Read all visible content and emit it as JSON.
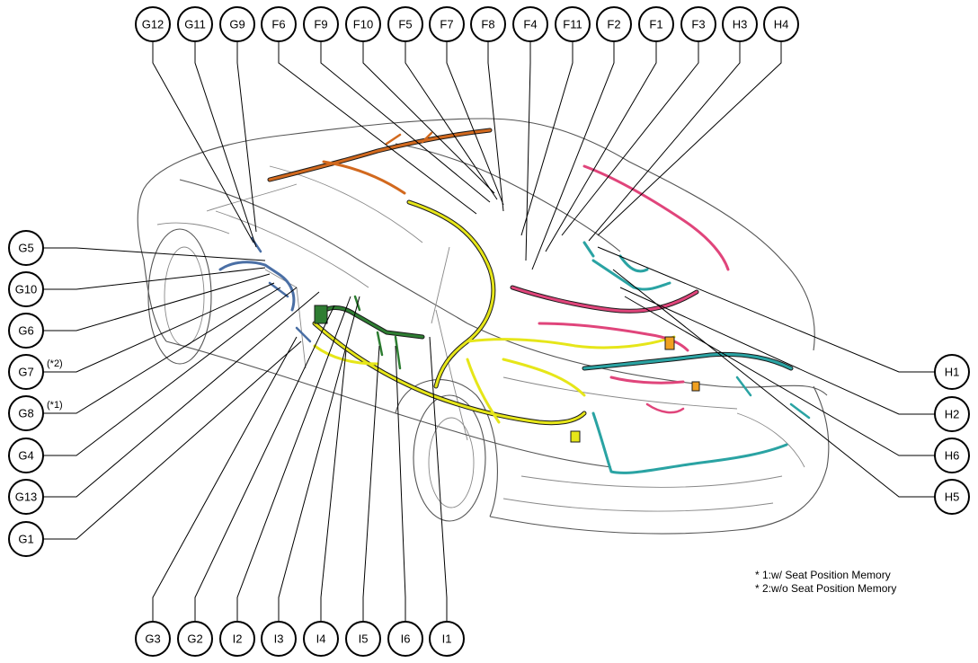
{
  "callouts": {
    "top": [
      "G12",
      "G11",
      "G9",
      "F6",
      "F9",
      "F10",
      "F5",
      "F7",
      "F8",
      "F4",
      "F11",
      "F2",
      "F1",
      "F3",
      "H3",
      "H4"
    ],
    "left": [
      "G5",
      "G10",
      "G6",
      "G7",
      "G8",
      "G4",
      "G13",
      "G1"
    ],
    "left_suffixes": {
      "G7": "(*2)",
      "G8": "(*1)"
    },
    "bottom": [
      "G3",
      "G2",
      "I2",
      "I3",
      "I4",
      "I5",
      "I6",
      "I1"
    ],
    "right": [
      "H1",
      "H2",
      "H6",
      "H5"
    ]
  },
  "notes": [
    "* 1:w/ Seat Position Memory",
    "* 2:w/o Seat Position Memory"
  ],
  "harness_colors": {
    "roof": "#d2691e",
    "body": "#e6e619",
    "floor_left": "#2e7d32",
    "door_left": "#4a6fa5",
    "engine": "#2aa3a3",
    "instrument": "#e0457b",
    "connector": "#f0a020"
  }
}
